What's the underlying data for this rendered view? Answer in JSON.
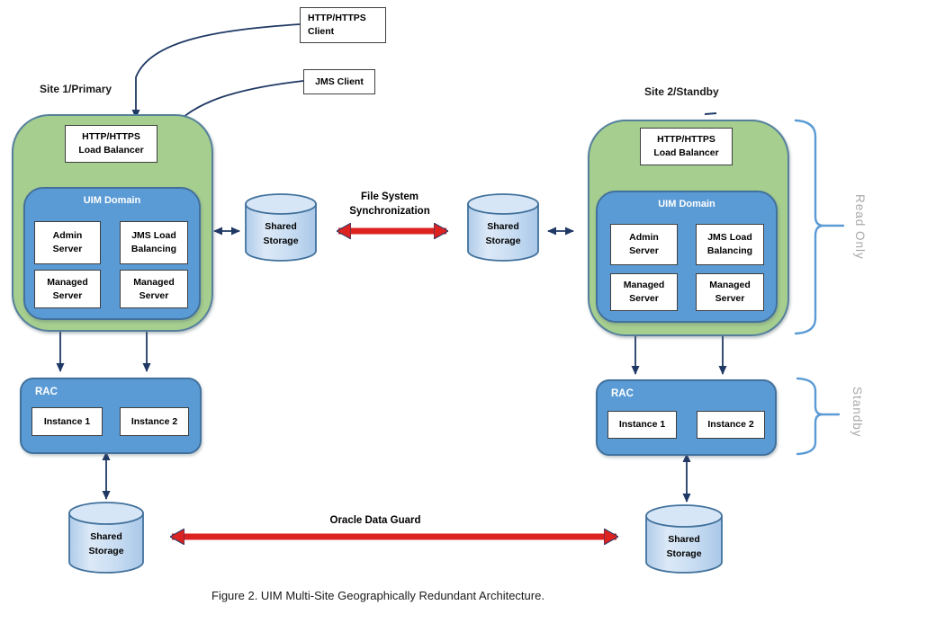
{
  "colors": {
    "green_fill": "#A6CE8F",
    "green_border": "#55809C",
    "blue_fill": "#5B9BD5",
    "blue_border": "#41719C",
    "white_box_border": "#3F3F3F",
    "navy_arrow": "#1F3864",
    "red_arrow": "#DD2222",
    "bracket_blue": "#5B9BD5",
    "side_label_gray": "#A8A8A8",
    "cylinder_fill": "#C7DCF2",
    "cylinder_border": "#41719C"
  },
  "clients": {
    "http": {
      "line1": "HTTP/HTTPS",
      "line2": "Client"
    },
    "jms": {
      "label": "JMS Client"
    }
  },
  "site1": {
    "title": "Site 1/Primary",
    "load_balancer": {
      "line1": "HTTP/HTTPS",
      "line2": "Load Balancer"
    },
    "domain": {
      "title": "UIM Domain",
      "admin": {
        "line1": "Admin",
        "line2": "Server"
      },
      "jms": {
        "line1": "JMS Load",
        "line2": "Balancing"
      },
      "managed1": {
        "line1": "Managed",
        "line2": "Server"
      },
      "managed2": {
        "line1": "Managed",
        "line2": "Server"
      }
    },
    "rac": {
      "title": "RAC",
      "instance1": "Instance 1",
      "instance2": "Instance 2"
    }
  },
  "site2": {
    "title": "Site 2/Standby",
    "load_balancer": {
      "line1": "HTTP/HTTPS",
      "line2": "Load Balancer"
    },
    "domain": {
      "title": "UIM Domain",
      "admin": {
        "line1": "Admin",
        "line2": "Server"
      },
      "jms": {
        "line1": "JMS Load",
        "line2": "Balancing"
      },
      "managed1": {
        "line1": "Managed",
        "line2": "Server"
      },
      "managed2": {
        "line1": "Managed",
        "line2": "Server"
      }
    },
    "rac": {
      "title": "RAC",
      "instance1": "Instance 1",
      "instance2": "Instance 2"
    }
  },
  "storages": [
    {
      "line1": "Shared",
      "line2": "Storage"
    },
    {
      "line1": "Shared",
      "line2": "Storage"
    },
    {
      "line1": "Shared",
      "line2": "Storage"
    },
    {
      "line1": "Shared",
      "line2": "Storage"
    }
  ],
  "sync": {
    "line1": "File System",
    "line2": "Synchronization"
  },
  "data_guard": {
    "label": "Oracle Data Guard"
  },
  "side_labels": {
    "read_only": "Read Only",
    "standby": "Standby"
  },
  "caption": "Figure 2. UIM Multi-Site Geographically Redundant Architecture."
}
